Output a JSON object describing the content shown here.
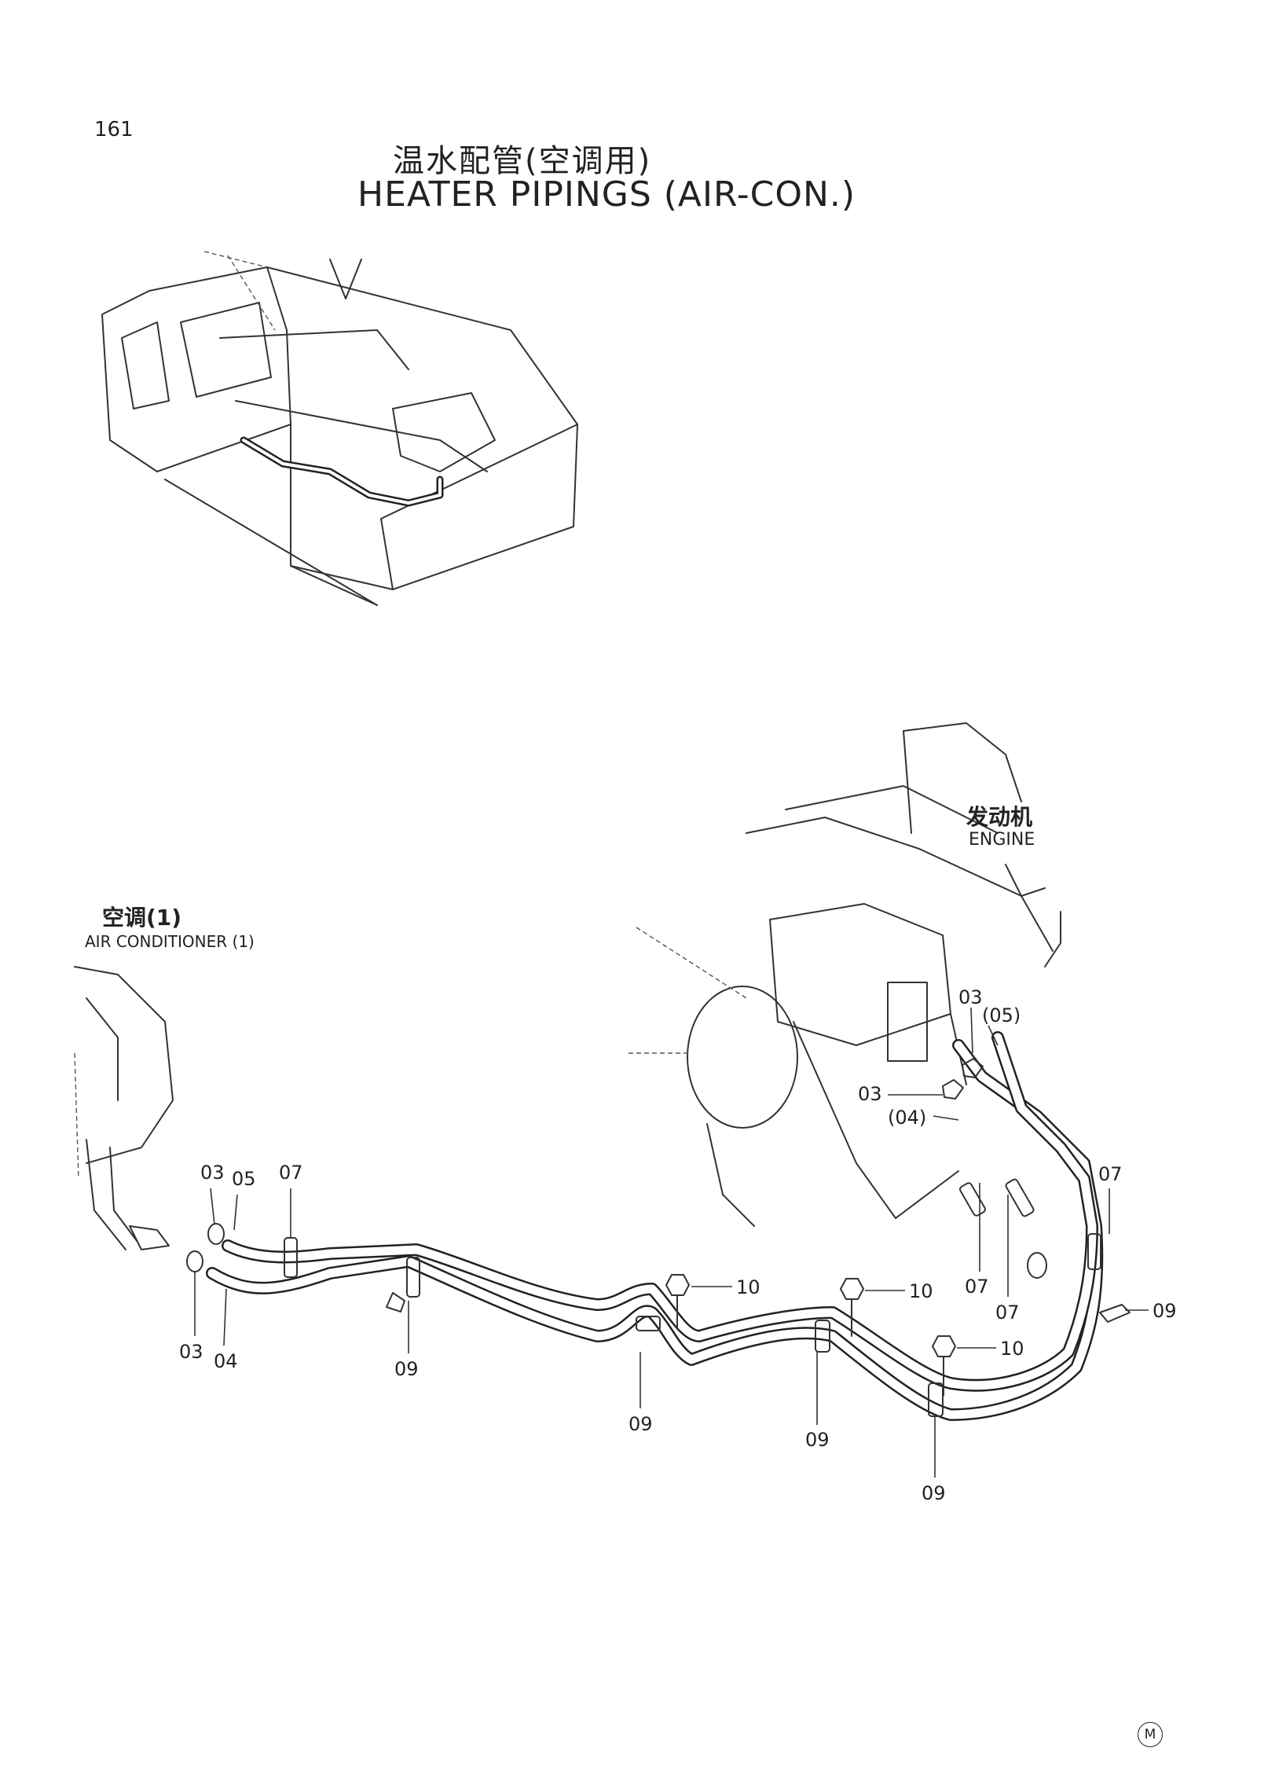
{
  "page": {
    "page_number": "161",
    "title_cn": "温水配管(空调用)",
    "title_en": "HEATER PIPINGS (AIR-CON.)",
    "marker": "M"
  },
  "labels": {
    "engine_cn": "发动机",
    "engine_en": "ENGINE",
    "ac_cn": "空调(1)",
    "ac_en": "AIR CONDITIONER (1)"
  },
  "callouts": [
    "03",
    "05",
    "07",
    "03",
    "04",
    "09",
    "10",
    "10",
    "10",
    "09",
    "09",
    "09",
    "03",
    "(05)",
    "03",
    "(04)",
    "07",
    "07",
    "07",
    "09"
  ]
}
